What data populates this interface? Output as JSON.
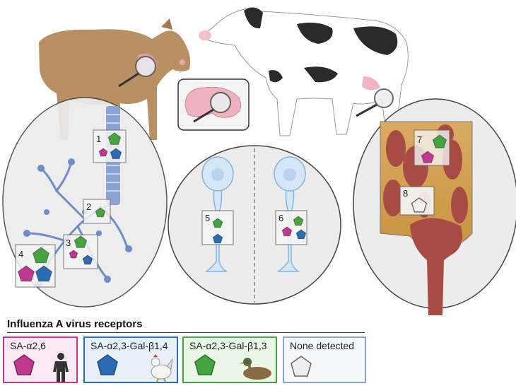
{
  "numbers": [
    "1",
    "2",
    "3",
    "4",
    "5",
    "6",
    "7",
    "8"
  ],
  "legend": {
    "title": "Influenza A virus receptors",
    "items": [
      {
        "label": "SA-α2,6",
        "color": "#c0398f",
        "icon": "human-silhouette-icon"
      },
      {
        "label": "SA-α2,3-Gal-β1,4",
        "color": "#2a6db5",
        "icon": "chicken-icon"
      },
      {
        "label": "SA-α2,3-Gal-β1,3",
        "color": "#45a43f",
        "icon": "duck-icon"
      },
      {
        "label": "None detected",
        "color": "#eeeeee",
        "icon": ""
      }
    ]
  },
  "colors": {
    "sa26": "#c0398f",
    "sa23_14": "#2a6db5",
    "sa23_13": "#45a43f",
    "none": "#f0f0f0"
  }
}
